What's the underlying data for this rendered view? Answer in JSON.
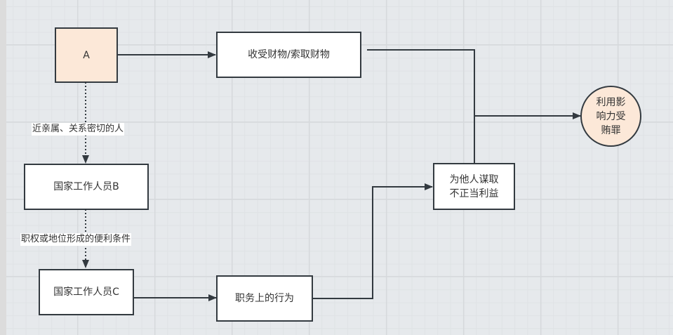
{
  "diagram": {
    "nodes": {
      "a": {
        "label": "A"
      },
      "b": {
        "label": "国家工作人员B"
      },
      "c": {
        "label": "国家工作人员C"
      },
      "property": {
        "label": "收受财物/索取财物"
      },
      "duty": {
        "label": "职务上的行为"
      },
      "benefit": {
        "label": "为他人谋取\n不正当利益",
        "lines": [
          "为他人谋取",
          "不正当利益"
        ]
      },
      "crime": {
        "label": "利用影响力受贿罪",
        "lines": [
          "利用影",
          "响力受",
          "贿罪"
        ]
      }
    },
    "edge_labels": {
      "a_to_b": "近亲属、关系密切的人",
      "b_to_c": "职权或地位形成的便利条件"
    },
    "edges": [
      {
        "from": "a",
        "to": "property",
        "style": "solid"
      },
      {
        "from": "a",
        "to": "b",
        "style": "dotted"
      },
      {
        "from": "b",
        "to": "c",
        "style": "dotted"
      },
      {
        "from": "c",
        "to": "duty",
        "style": "solid"
      },
      {
        "from": "duty",
        "to": "benefit",
        "style": "solid"
      },
      {
        "from": "property",
        "to": "crime",
        "style": "solid"
      },
      {
        "from": "benefit",
        "to": "crime",
        "style": "solid"
      }
    ],
    "colors": {
      "accent_fill": "#fce8d8",
      "stroke": "#333a40",
      "node_fill": "#ffffff"
    }
  }
}
